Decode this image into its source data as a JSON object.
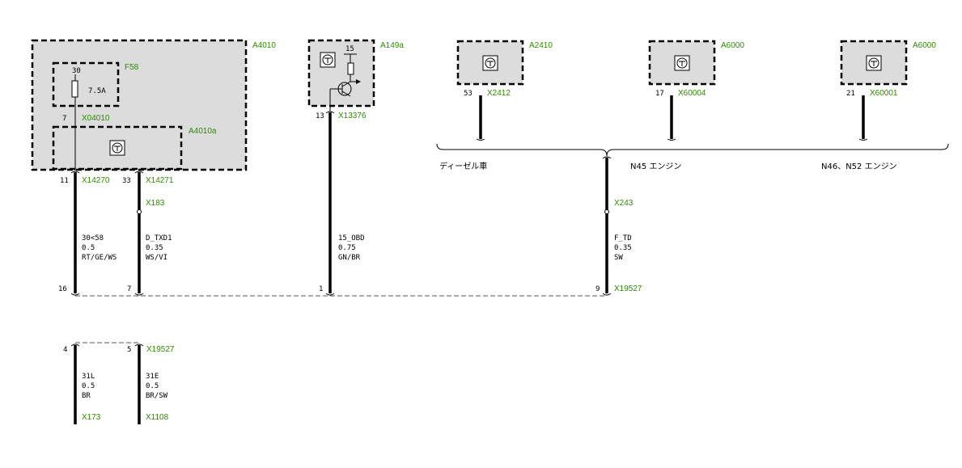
{
  "components": {
    "a4010": "A4010",
    "f58": "F58",
    "a4010a": "A4010a",
    "a149a": "A149a",
    "a2410": "A2410",
    "a6000_1": "A6000",
    "a6000_2": "A6000"
  },
  "fuse": {
    "pin_top": "30",
    "rating": "7.5A"
  },
  "transistor": {
    "terminal": "15"
  },
  "connectors": {
    "x04010": {
      "pin": "7",
      "id": "X04010"
    },
    "x14270": {
      "pin": "11",
      "id": "X14270"
    },
    "x14271": {
      "pin": "33",
      "id": "X14271"
    },
    "x13376": {
      "pin": "13",
      "id": "X13376"
    },
    "x2412": {
      "pin": "53",
      "id": "X2412"
    },
    "x60004": {
      "pin": "17",
      "id": "X60004"
    },
    "x60001": {
      "pin": "21",
      "id": "X60001"
    },
    "x183": "X183",
    "x243": "X243",
    "x19527": "X19527",
    "x19527_b": "X19527",
    "x173": "X173",
    "x1108": "X1108"
  },
  "variants": {
    "diesel": "ディーゼル車",
    "n45": "N45 エンジン",
    "n46": "N46、N52 エンジン"
  },
  "wires": {
    "w1": {
      "line1": "30<58",
      "line2": "0.5",
      "line3": "RT/GE/WS"
    },
    "w2": {
      "line1": "D_TXD1",
      "line2": "0.35",
      "line3": "WS/VI"
    },
    "w3": {
      "line1": "15_OBD",
      "line2": "0.75",
      "line3": "GN/BR"
    },
    "w4": {
      "line1": "F_TD",
      "line2": "0.35",
      "line3": "SW"
    },
    "w5": {
      "line1": "31L",
      "line2": "0.5",
      "line3": "BR"
    },
    "w6": {
      "line1": "31E",
      "line2": "0.5",
      "line3": "BR/SW"
    }
  },
  "bottom_pins": {
    "p16": "16",
    "p7": "7",
    "p1": "1",
    "p9": "9",
    "p4": "4",
    "p5": "5"
  }
}
